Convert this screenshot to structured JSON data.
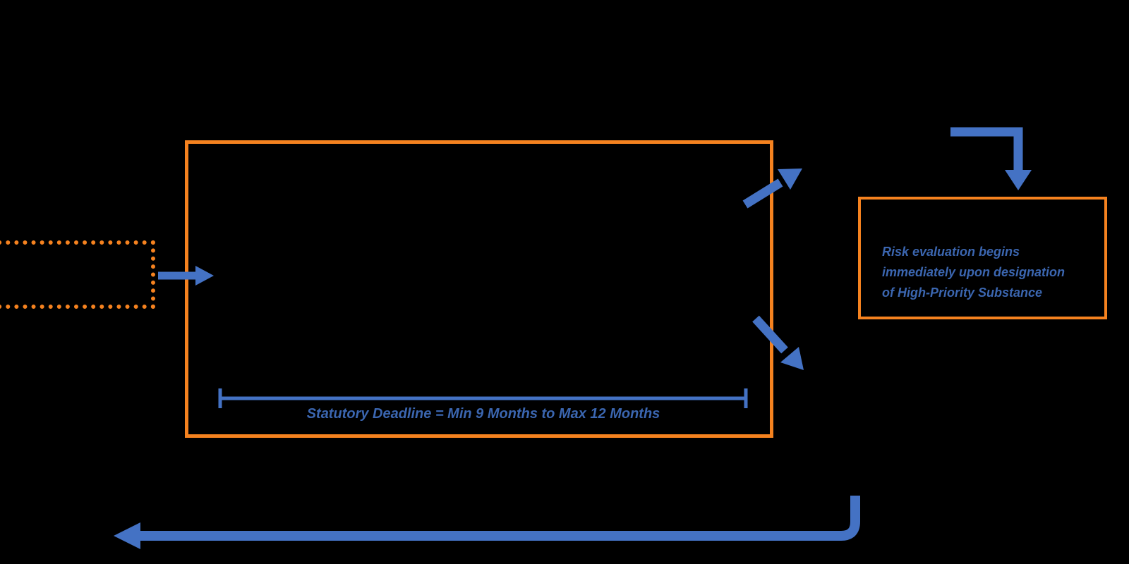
{
  "colors": {
    "canvas_bg": "#000000",
    "orange": "#F5821F",
    "blue": "#4472C4",
    "text_blue": "#3B66B0"
  },
  "main_box": {
    "deadline_label": "Statutory Deadline = Min 9 Months to Max 12 Months"
  },
  "right_box": {
    "lines": [
      "Risk evaluation begins",
      "immediately upon designation",
      "of High-Priority Substance"
    ]
  }
}
